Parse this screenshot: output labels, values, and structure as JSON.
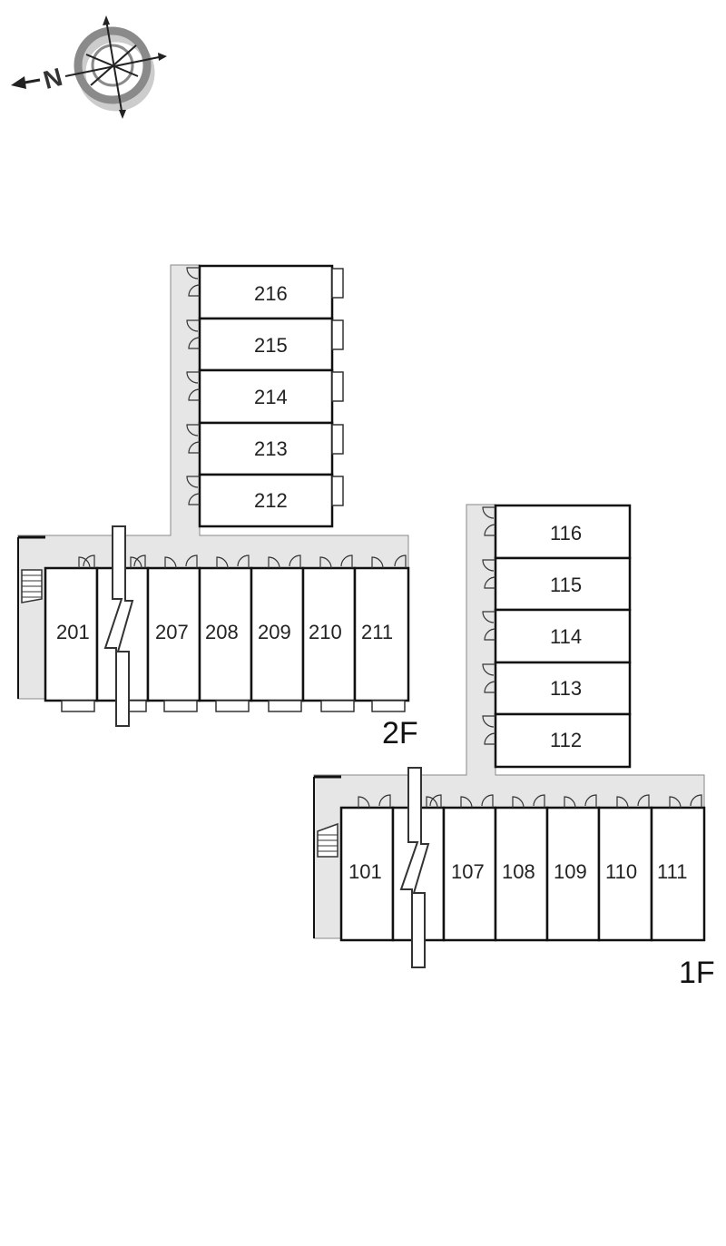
{
  "compass": {
    "north_label": "N",
    "icon": "compass-rose-icon"
  },
  "colors": {
    "corridor": "#e6e6e6",
    "wall": "#111111",
    "compass_ring": "#8a8a8a",
    "compass_ring_light": "#cccccc"
  },
  "floors": [
    {
      "id": "2F",
      "label": "2F",
      "corridor_units": [
        "201",
        "207",
        "208",
        "209",
        "210",
        "211"
      ],
      "wing_units": [
        "216",
        "215",
        "214",
        "213",
        "212"
      ]
    },
    {
      "id": "1F",
      "label": "1F",
      "corridor_units": [
        "101",
        "107",
        "108",
        "109",
        "110",
        "111"
      ],
      "wing_units": [
        "116",
        "115",
        "114",
        "113",
        "112"
      ]
    }
  ]
}
